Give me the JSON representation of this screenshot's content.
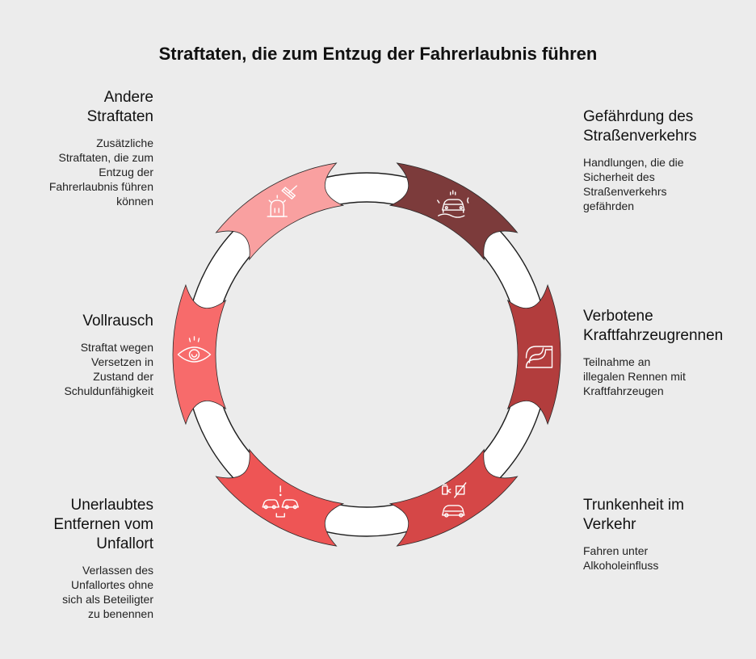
{
  "title": "Straftaten, die zum Entzug der Fahrerlaubnis führen",
  "segments": [
    {
      "id": "gefaehrdung",
      "heading": [
        "Gefährdung des",
        "Straßenverkehrs"
      ],
      "description": [
        "Handlungen, die die",
        "Sicherheit des",
        "Straßenverkehrs",
        "gefährden"
      ],
      "color": "#7c3b3b",
      "icon": "car-skid-icon"
    },
    {
      "id": "rennen",
      "heading": [
        "Verbotene",
        "Kraftfahrzeugrennen"
      ],
      "description": [
        "Teilnahme an",
        "illegalen Rennen mit",
        "Kraftfahrzeugen"
      ],
      "color": "#b23d3d",
      "icon": "race-track-icon"
    },
    {
      "id": "trunkenheit",
      "heading": [
        "Trunkenheit im",
        "Verkehr"
      ],
      "description": [
        "Fahren unter",
        "Alkoholeinfluss"
      ],
      "color": "#d54747",
      "icon": "drunk-driving-icon"
    },
    {
      "id": "unfallort",
      "heading": [
        "Unerlaubtes",
        "Entfernen vom",
        "Unfallort"
      ],
      "description": [
        "Verlassen des",
        "Unfallortes ohne",
        "sich als Beteiligter",
        "zu benennen"
      ],
      "color": "#ee5555",
      "icon": "car-collision-icon"
    },
    {
      "id": "vollrausch",
      "heading": [
        "Vollrausch"
      ],
      "description": [
        "Straftat wegen",
        "Versetzen in",
        "Zustand der",
        "Schuldunfähigkeit"
      ],
      "color": "#f76b6b",
      "icon": "dizzy-eye-icon"
    },
    {
      "id": "andere",
      "heading": [
        "Andere",
        "Straftaten"
      ],
      "description": [
        "Zusätzliche",
        "Straftaten, die zum",
        "Entzug der",
        "Fahrerlaubnis führen",
        "können"
      ],
      "color": "#f9a0a0",
      "icon": "gavel-siren-icon"
    }
  ]
}
